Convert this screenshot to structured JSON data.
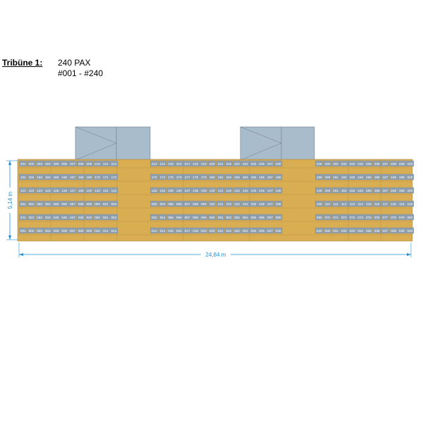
{
  "header": {
    "title": "Tribüne 1:",
    "capacity": "240 PAX",
    "range": "#001 - #240"
  },
  "dimensions": {
    "width": "24,84 m",
    "height": "5,14 m"
  },
  "rows": [
    {
      "start": 201,
      "pad": false
    },
    {
      "start": 161,
      "pad": false
    },
    {
      "start": 121,
      "pad": false
    },
    {
      "start": 81,
      "pad": true
    },
    {
      "start": 41,
      "pad": true
    },
    {
      "start": 1,
      "pad": true
    }
  ],
  "colors": {
    "platform": "#d9ad52",
    "seat": "#8d9fae",
    "seat_label": "#ffffff",
    "booth": "#a9bccb",
    "dimension_line": "#1e8fd6"
  }
}
